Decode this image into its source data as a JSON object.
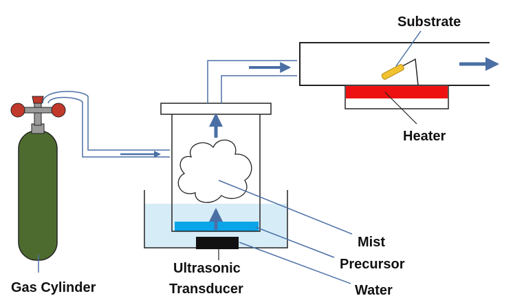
{
  "labels": {
    "substrate": "Substrate",
    "heater": "Heater",
    "mist": "Mist",
    "precursor": "Precursor",
    "water": "Water",
    "transducer_line1": "Ultrasonic",
    "transducer_line2": "Transducer",
    "gas_cylinder": "Gas Cylinder"
  },
  "colors": {
    "cylinder_body": "#4e6b2f",
    "cylinder_valve": "#9a9a9a",
    "gauge": "#c0392b",
    "arrow": "#4a6fa5",
    "tube_outline": "#4a6fa5",
    "water": "#d6ecf7",
    "precursor": "#0aa5e8",
    "transducer": "#111111",
    "heater": "#ee1111",
    "substrate": "#f2c230",
    "outline": "#222222"
  }
}
